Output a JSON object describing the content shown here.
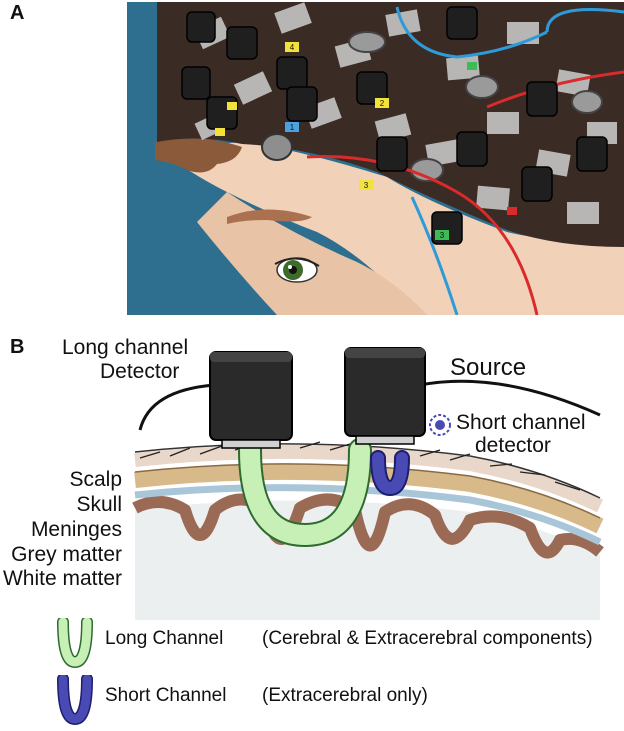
{
  "panel_a": {
    "label": "A",
    "colors": {
      "background": "#2e6e8f",
      "cap": "#3a2b24",
      "optode": "#222222",
      "skin": "#f1d1b8",
      "hair": "#8a5a3a",
      "iris": "#3f6b2a"
    },
    "tags": [
      "4",
      "2",
      "1",
      "3",
      "3"
    ]
  },
  "panel_b": {
    "label": "B",
    "long_channel_label_line1": "Long channel",
    "long_channel_label_line2": "Detector",
    "source_label": "Source",
    "short_channel_label_line1": "Short channel",
    "short_channel_label_line2": "detector",
    "layers": [
      "Scalp",
      "Skull",
      "Meninges",
      "Grey matter",
      "White matter"
    ],
    "colors": {
      "long_channel": "#c6f0b6",
      "short_channel": "#4a4ab5",
      "skull": "#d8b98a",
      "meninges": "#a9c6d8",
      "grey_matter": "#9b6a55",
      "white_matter": "#eceff0"
    }
  },
  "legend": {
    "long": {
      "name": "Long Channel",
      "desc": "(Cerebral & Extracerebral components)"
    },
    "short": {
      "name": "Short Channel",
      "desc": "(Extracerebral only)"
    }
  }
}
